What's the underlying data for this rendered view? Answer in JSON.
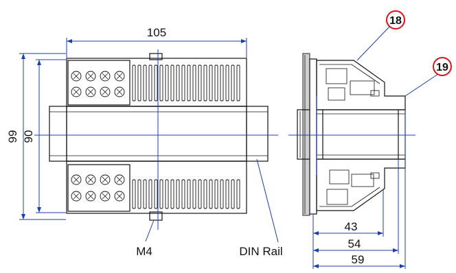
{
  "front_view": {
    "width_dim": "105",
    "height_outer_dim": "99",
    "height_inner_dim": "90",
    "screw_label": "M4",
    "rail_label": "DIN Rail"
  },
  "side_view": {
    "depth_dims": [
      "43",
      "54",
      "59"
    ]
  },
  "callouts": [
    "18",
    "19"
  ],
  "colors": {
    "outline": "#111111",
    "dimension_line": "#1f3fa8",
    "callout_circle": "#d8121b"
  }
}
